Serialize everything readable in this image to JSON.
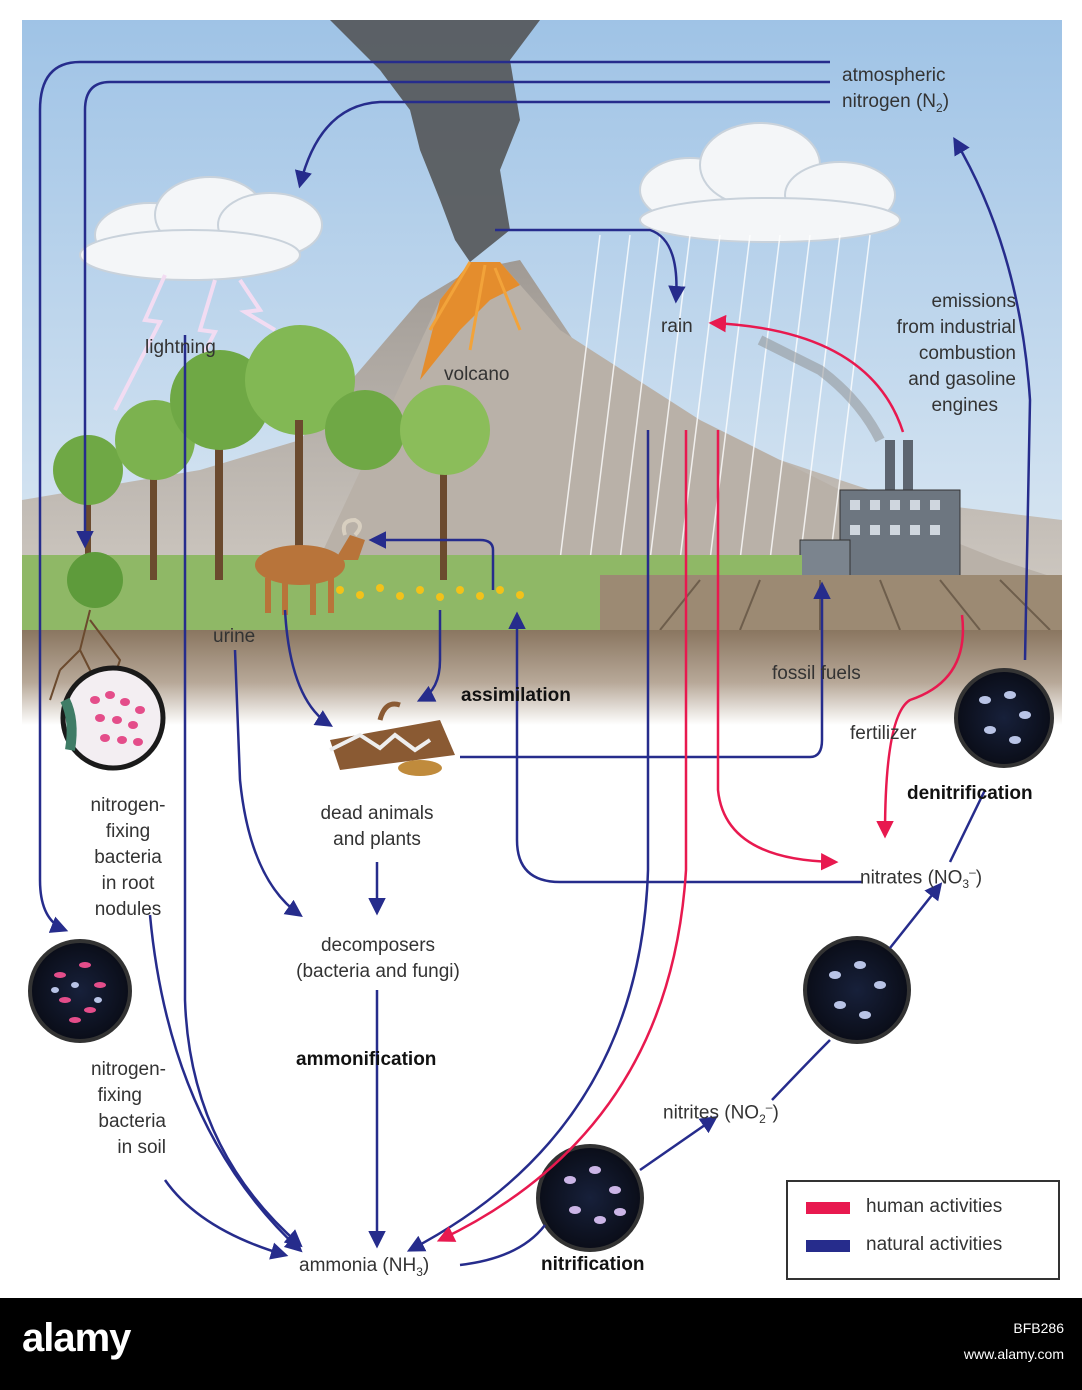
{
  "labels": {
    "atmospheric_nitrogen_line1": "atmospheric",
    "atmospheric_nitrogen_line2": "nitrogen (N",
    "atmospheric_nitrogen_sub": "2",
    "atmospheric_nitrogen_close": ")",
    "lightning": "lightning",
    "volcano": "volcano",
    "rain": "rain",
    "emissions_line1": "emissions",
    "emissions_line2": "from industrial",
    "emissions_line3": "combustion",
    "emissions_line4": "and gasoline",
    "emissions_line5": "engines",
    "urine": "urine",
    "assimilation": "assimilation",
    "fossil_fuels": "fossil fuels",
    "fertilizer": "fertilizer",
    "denitrification": "denitrification",
    "dead_line1": "dead animals",
    "dead_line2": "and plants",
    "root_bacteria_line1": "nitrogen-",
    "root_bacteria_line2": "fixing",
    "root_bacteria_line3": "bacteria",
    "root_bacteria_line4": "in root",
    "root_bacteria_line5": "nodules",
    "nitrates_text": "nitrates (NO",
    "nitrates_sub": "3",
    "nitrates_sup": "–",
    "nitrates_close": ")",
    "decomposers_line1": "decomposers",
    "decomposers_line2": "(bacteria and fungi)",
    "ammonification": "ammonification",
    "soil_bacteria_line1": "nitrogen-",
    "soil_bacteria_line2": "fixing",
    "soil_bacteria_line3": "bacteria",
    "soil_bacteria_line4": "in soil",
    "nitrites_text": "nitrites (NO",
    "nitrites_sub": "2",
    "nitrites_sup": "–",
    "nitrites_close": ")",
    "ammonia_text": "ammonia (NH",
    "ammonia_sub": "3",
    "ammonia_close": ")",
    "nitrification": "nitrification"
  },
  "legend": {
    "human": "human activities",
    "natural": "natural activities",
    "human_color": "#e8194f",
    "natural_color": "#262c8c"
  },
  "watermark": {
    "brand": "alamy",
    "image_id": "BFB286",
    "site": "www.alamy.com"
  }
}
